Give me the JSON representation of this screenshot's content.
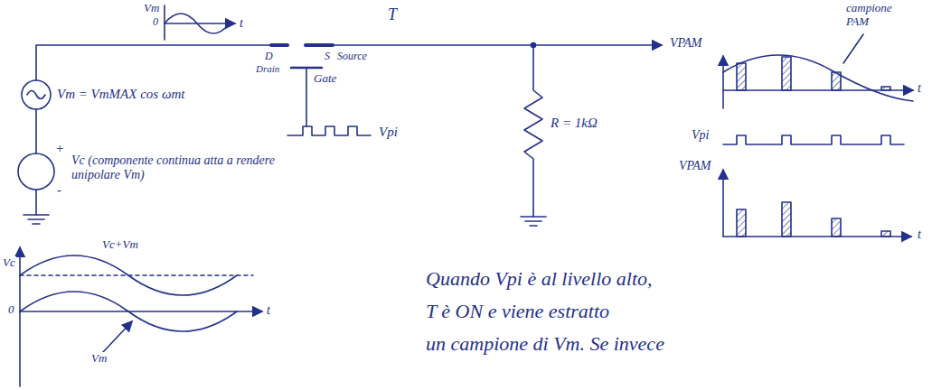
{
  "diagram": {
    "labels": [
      "Vm",
      "0",
      "t",
      "T",
      "D",
      "Drain",
      "S",
      "Source",
      "Gate",
      "Vpi",
      "Vm = VmMAX cos ωmt",
      "+",
      "-",
      "Vc (componente continua atta a rendere unipolare Vm)",
      "R = 1kΩ",
      "VPAM",
      "campione PAM",
      "t",
      "Vpi",
      "VPAM",
      "t",
      "Vc",
      "0",
      "Vc+Vm",
      "Vm",
      "t",
      "Quando Vpi è al livello alto,",
      "T è ON e viene estratto",
      "un campione di Vm. Se invece"
    ]
  }
}
